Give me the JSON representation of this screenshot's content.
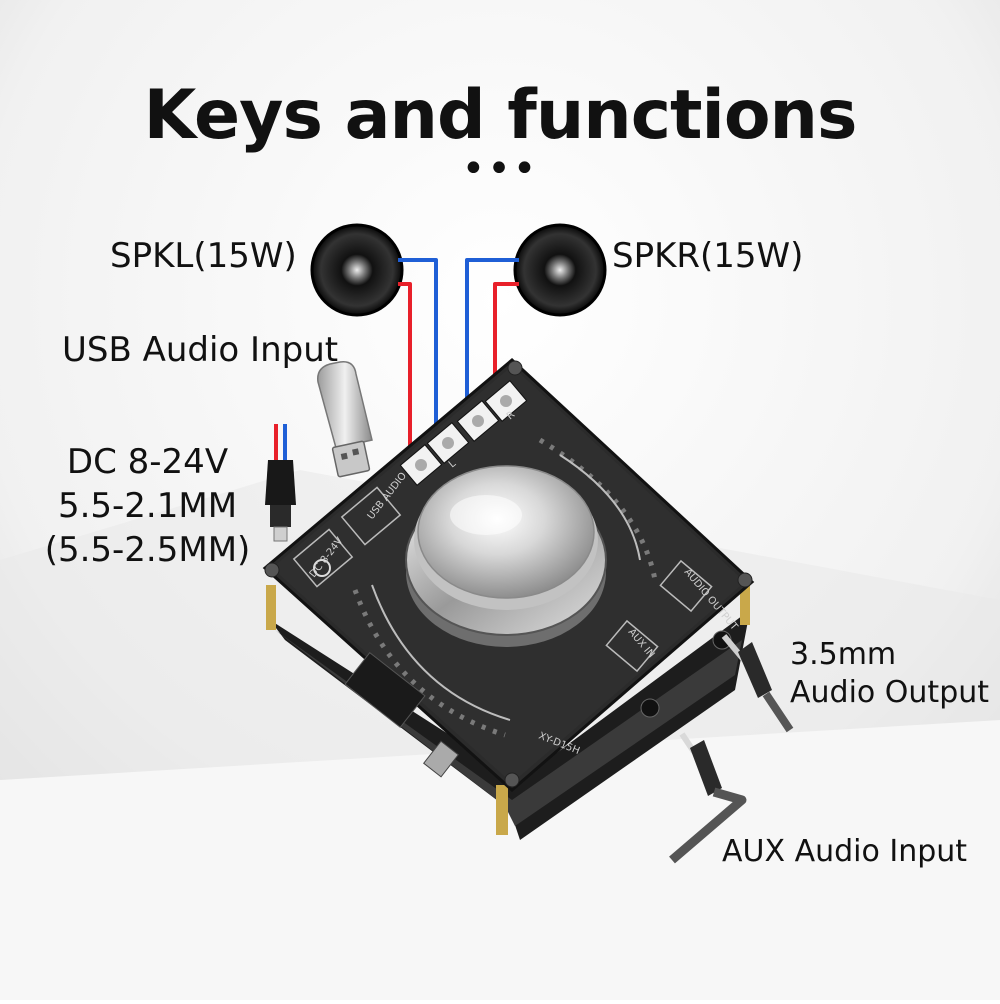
{
  "title": "Keys and functions",
  "title_dots": "•••",
  "labels": {
    "spkl": "SPKL(15W)",
    "spkr": "SPKR(15W)",
    "usb_input": "USB Audio Input",
    "dc_input": [
      "DC 8-24V",
      "5.5-2.1MM",
      "(5.5-2.5MM)"
    ],
    "audio_output": [
      "3.5mm",
      "Audio Output"
    ],
    "aux_input": "AUX Audio Input"
  },
  "board_marks": {
    "usb_audio": "USB AUDIO",
    "dc": "DC 8-24V",
    "audio_output": "AUDIO OUTPUT",
    "aux_in": "AUX IN",
    "model": "XY-D15H",
    "speaker_l": "L",
    "speaker_r": "R"
  },
  "colors": {
    "wire_red": "#e8202a",
    "wire_blue": "#1f5fd6",
    "board": "#2b2b2b",
    "text": "#111111"
  }
}
